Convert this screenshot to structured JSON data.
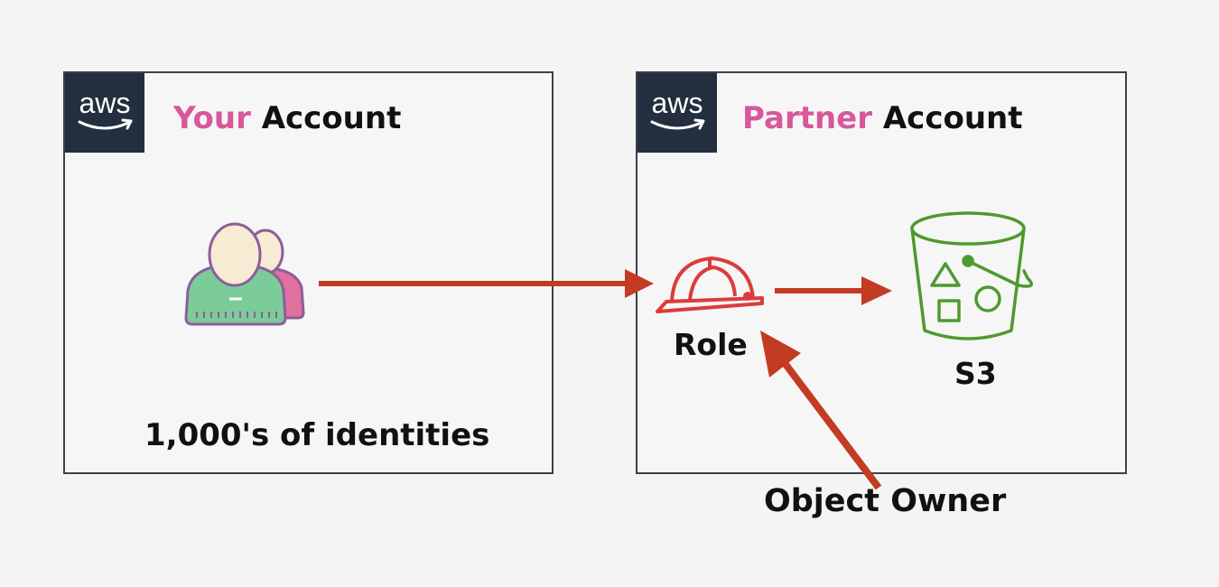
{
  "left_account": {
    "logo_text": "aws",
    "title_accent": "Your",
    "title_rest": "Account",
    "caption": "1,000's of identities"
  },
  "right_account": {
    "logo_text": "aws",
    "title_accent": "Partner",
    "title_rest": "Account"
  },
  "role": {
    "label": "Role"
  },
  "s3": {
    "label": "S3"
  },
  "object_owner": {
    "label": "Object Owner"
  },
  "colors": {
    "accent": "#d9579b",
    "arrow": "#c23b22",
    "role_icon": "#dd3b3b",
    "s3_icon": "#4e9a2f",
    "users_front": "#7ccc9a",
    "users_back": "#e0719e",
    "aws_logo_bg": "#232f3e"
  },
  "icons": [
    "users-icon",
    "hard-hat-icon",
    "s3-bucket-icon",
    "aws-logo"
  ]
}
